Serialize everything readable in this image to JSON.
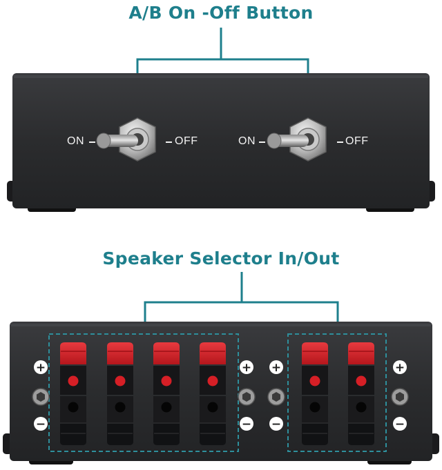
{
  "headings": {
    "top": "A/B On -Off Button",
    "bottom": "Speaker Selector In/Out"
  },
  "switch_labels": {
    "on": "ON",
    "off": "OFF"
  },
  "terminal_labels": {
    "plus": "+",
    "minus": "−"
  },
  "colors": {
    "accent": "#1e7f8c",
    "chassis": "#2b2c2e",
    "terminal_red": "#d61f26",
    "terminal_black": "#111214"
  },
  "front_panel": {
    "switches": [
      {
        "name": "switch-a",
        "on": "ON",
        "off": "OFF"
      },
      {
        "name": "switch-b",
        "on": "ON",
        "off": "OFF"
      }
    ]
  },
  "back_panel": {
    "groups": [
      {
        "name": "input-group",
        "terminal_pairs": 4
      },
      {
        "name": "output-group",
        "terminal_pairs": 2
      }
    ]
  }
}
